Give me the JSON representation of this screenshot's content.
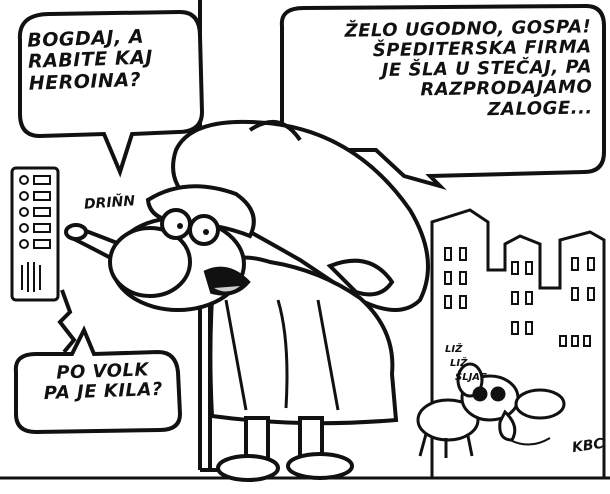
{
  "speech": {
    "neighbor": "BOGDAJ, A\nRABITE KAJ\nHEROINA?",
    "seller": "ŽELO UGODNO, GOSPA!\nŠPEDITERSKA FIRMA\nJE ŠLA U STEČAJ, PA\nRAZPRODAJAMO\nZALOGE...",
    "caption": "PO VOLK\nPA JE KILA?"
  },
  "sfx": {
    "doorbell": "DRIŇN",
    "bark_1": "LIŽ",
    "bark_2": "LIŽ",
    "bark_3": "ŠLJAF"
  },
  "signature": "KBC",
  "colors": {
    "ink": "#111111",
    "paper": "#ffffff",
    "grey": "#cfcfcf"
  }
}
